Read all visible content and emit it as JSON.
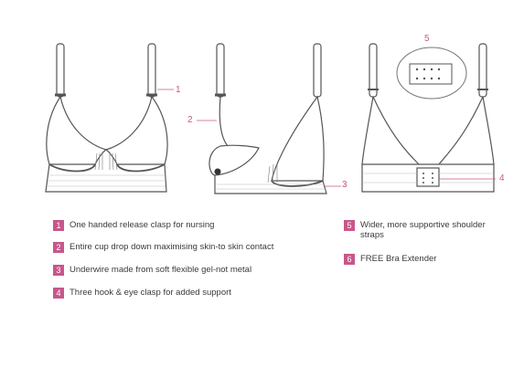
{
  "accent_color": "#c8578a",
  "line_color": "#555555",
  "callouts": [
    "1",
    "2",
    "3",
    "4",
    "5"
  ],
  "features": [
    {
      "num": "1",
      "text": "One handed release clasp for nursing"
    },
    {
      "num": "2",
      "text": "Entire cup drop down maximising skin-to skin contact"
    },
    {
      "num": "3",
      "text": "Underwire made from soft flexible gel-not metal"
    },
    {
      "num": "4",
      "text": "Three hook & eye clasp for added support"
    },
    {
      "num": "5",
      "text": "Wider, more supportive shoulder straps"
    },
    {
      "num": "6",
      "text": "FREE Bra Extender"
    }
  ],
  "icons": [
    "bra-front-illustration",
    "bra-nursing-open-illustration",
    "bra-back-illustration",
    "bra-extender-icon"
  ]
}
